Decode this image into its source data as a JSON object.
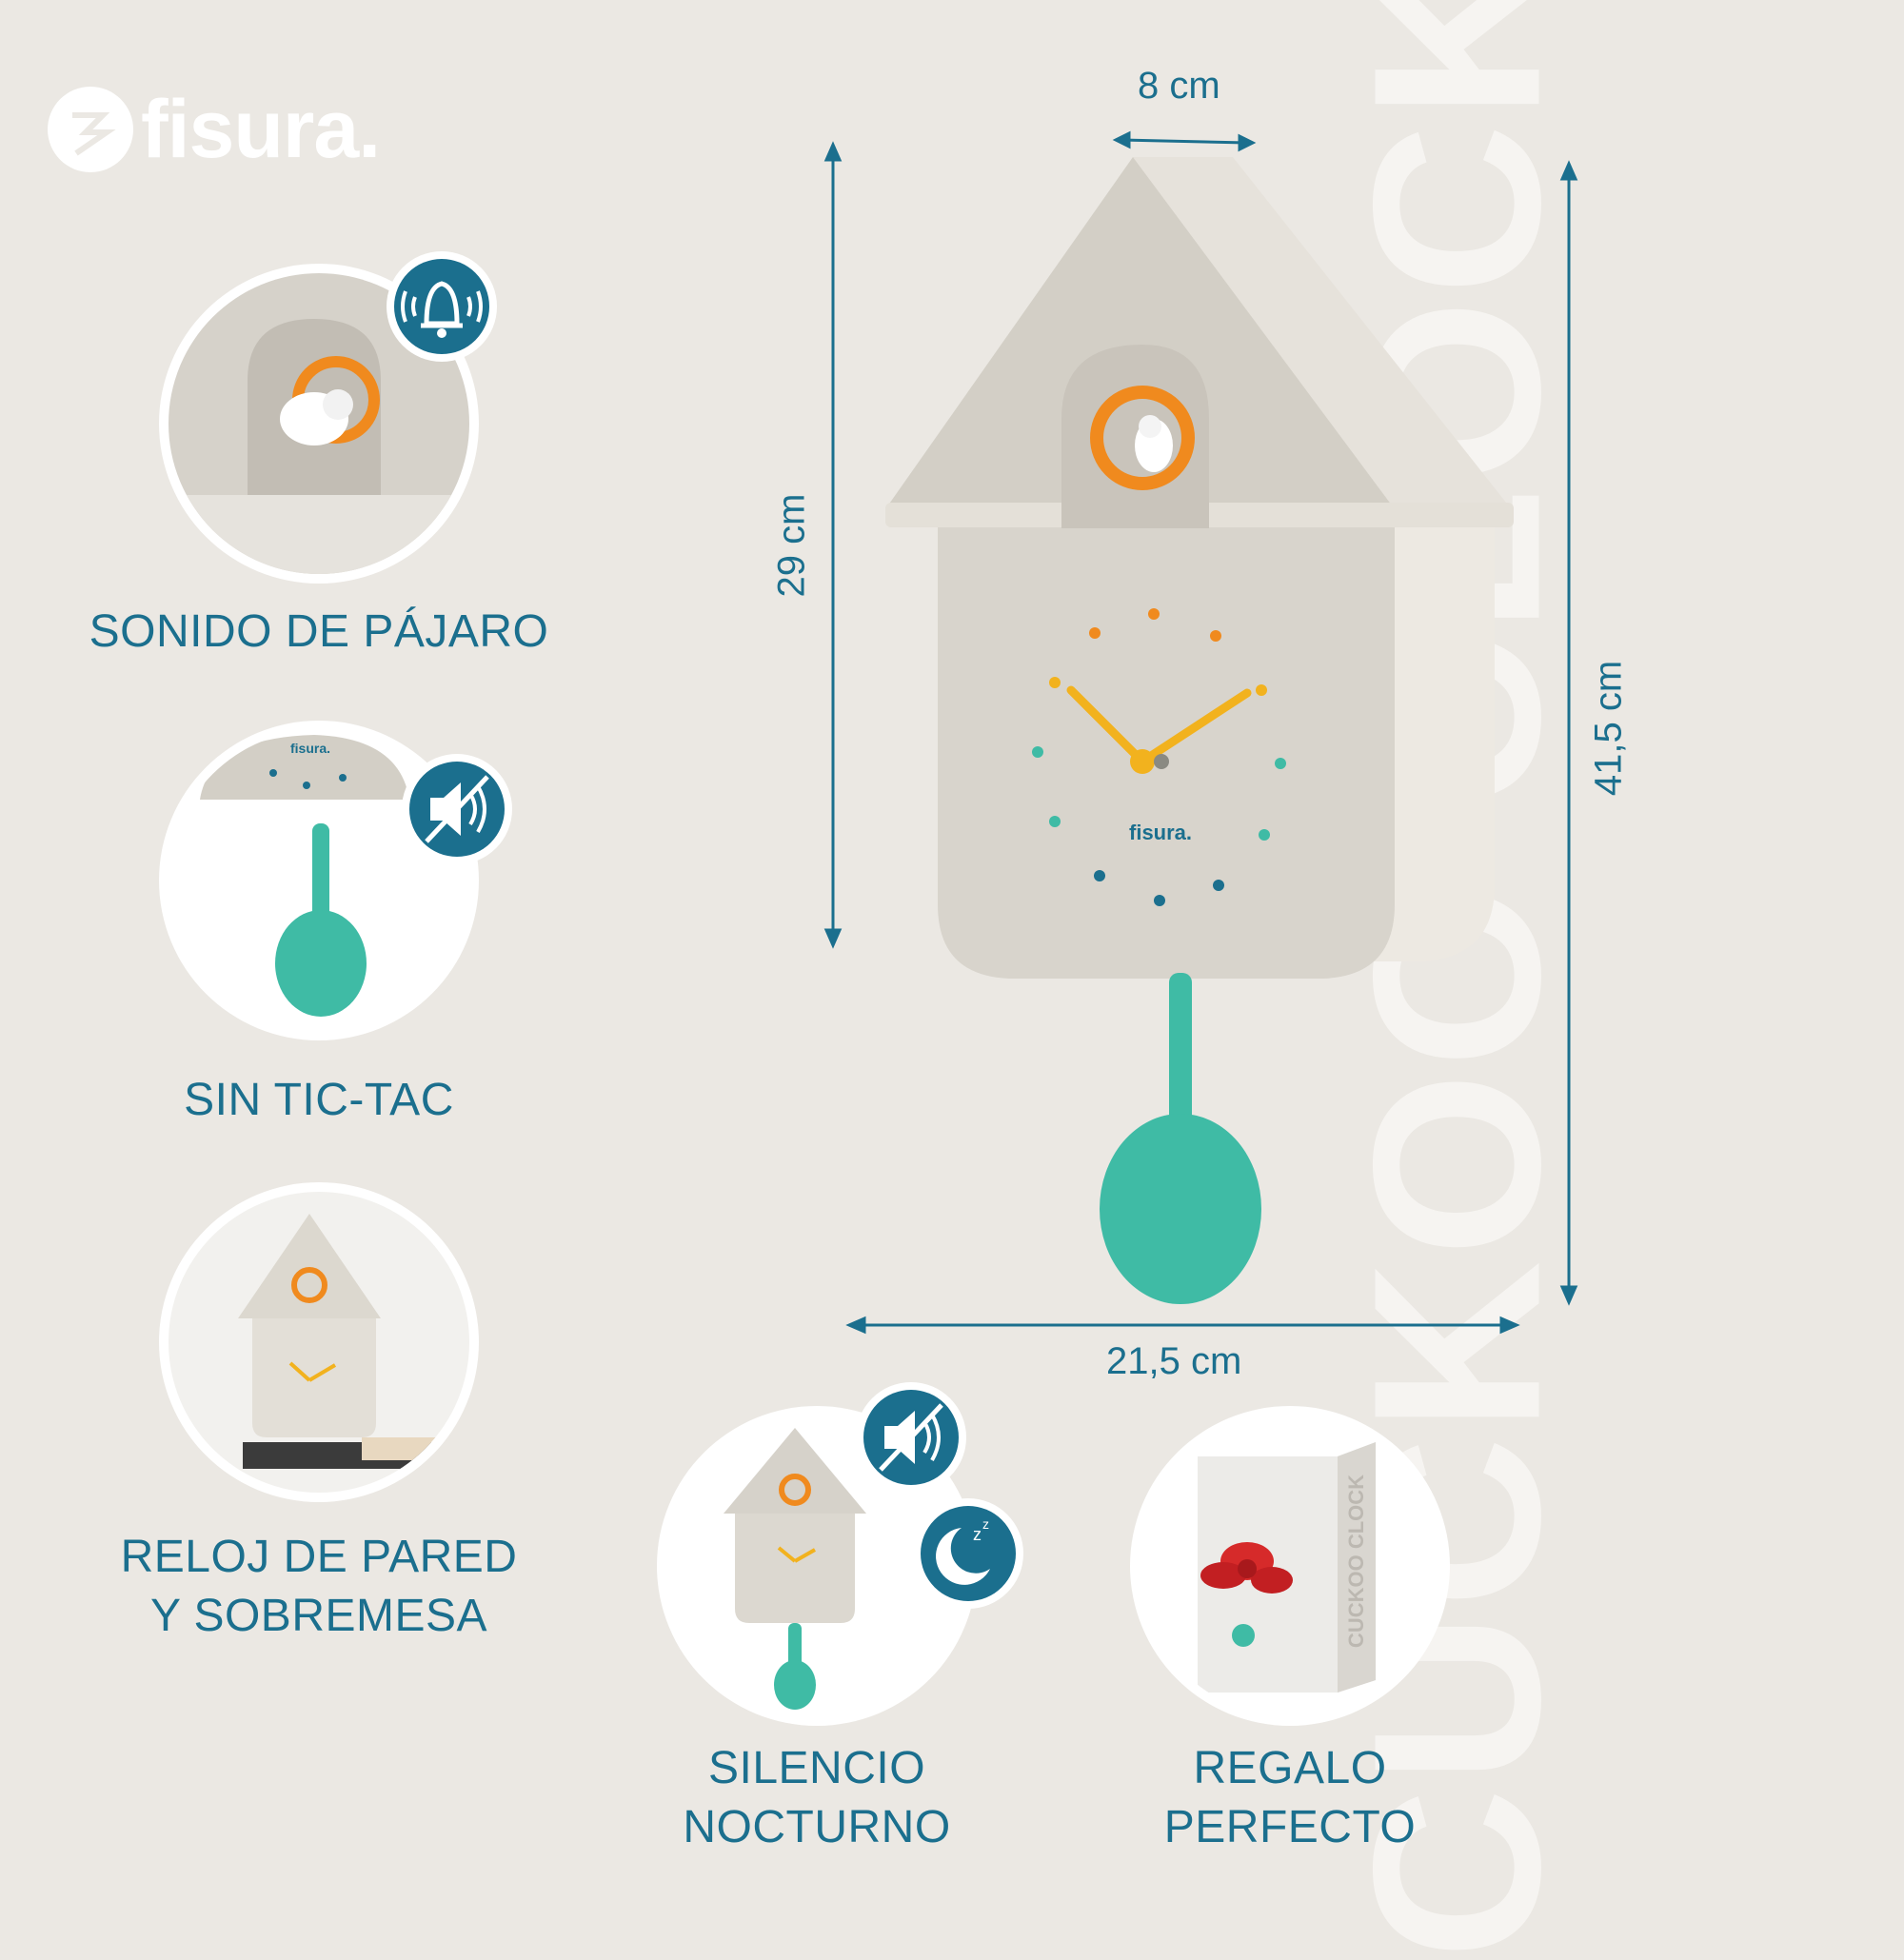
{
  "brand": {
    "logo_text": "fisura."
  },
  "watermark": "CUCKOO CLOCK",
  "dimensions": {
    "depth": "8 cm",
    "house_height": "29 cm",
    "total_height": "41,5 cm",
    "width": "21,5 cm"
  },
  "features": [
    {
      "label": "SONIDO DE PÁJARO",
      "badge_icon": "bell-ringing-icon"
    },
    {
      "label": "SIN TIC-TAC",
      "badge_icon": "speaker-muted-icon"
    },
    {
      "label_line1": "RELOJ DE PARED",
      "label_line2": "Y SOBREMESA"
    },
    {
      "label_line1": "SILENCIO",
      "label_line2": "NOCTURNO",
      "badge_icons": [
        "speaker-muted-icon",
        "moon-sleep-icon"
      ]
    },
    {
      "label_line1": "REGALO",
      "label_line2": "PERFECTO"
    }
  ],
  "clock_face": {
    "brand_text": "fisura."
  },
  "gift_box": {
    "box_text_1": "CUCKOO",
    "box_text_2": "CLOCK"
  },
  "colors": {
    "background": "#ebe8e3",
    "clock_body": "#d9d5cd",
    "accent_teal": "#3fbba5",
    "accent_blue": "#1b6f8e",
    "accent_orange": "#f08a1e",
    "hands": "#f2b21e"
  }
}
